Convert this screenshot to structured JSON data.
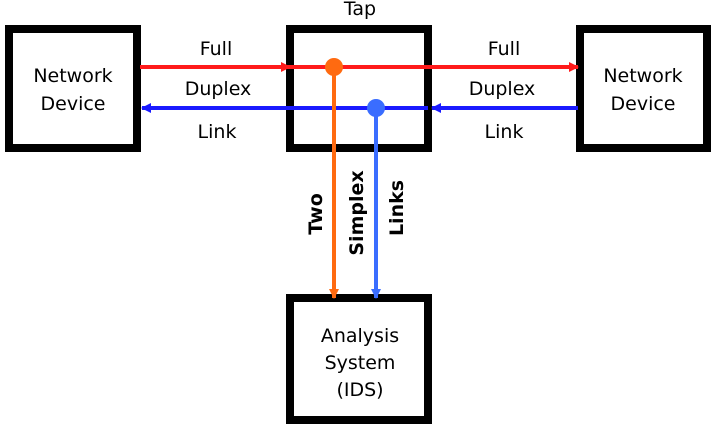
{
  "tap": {
    "label": "Tap"
  },
  "left_device": {
    "line1": "Network",
    "line2": "Device"
  },
  "right_device": {
    "line1": "Network",
    "line2": "Device"
  },
  "analysis": {
    "line1": "Analysis",
    "line2": "System",
    "line3": "(IDS)"
  },
  "left_link": {
    "top": "Full",
    "middle": "Duplex",
    "bottom": "Link"
  },
  "right_link": {
    "top": "Full",
    "middle": "Duplex",
    "bottom": "Link"
  },
  "simplex": {
    "word1": "Two",
    "word2": "Simplex",
    "word3": "Links"
  },
  "colors": {
    "red": "#ff1a1a",
    "blue": "#1a1aff",
    "orange": "#ff6a10",
    "light_blue": "#3a6dff"
  }
}
